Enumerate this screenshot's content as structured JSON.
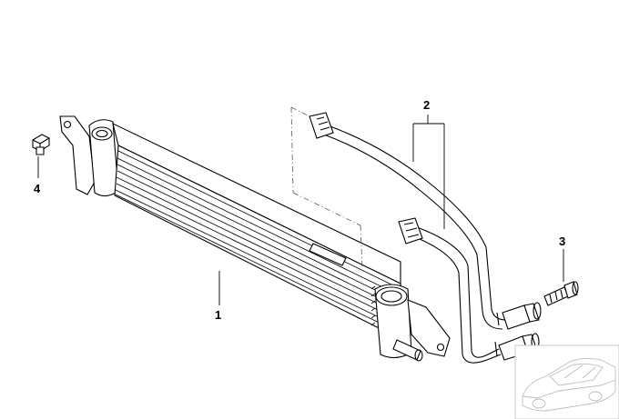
{
  "callouts": {
    "item1": "1",
    "item2": "2",
    "item3": "3",
    "item4": "4"
  }
}
